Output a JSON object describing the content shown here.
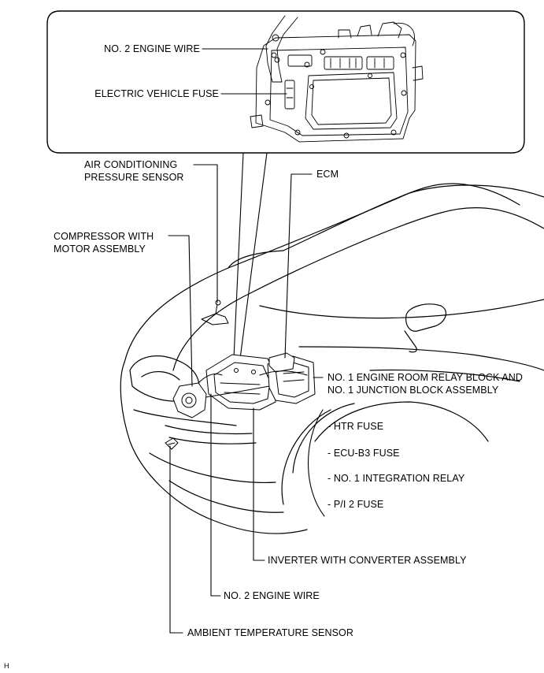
{
  "callout_labels": {
    "no2_engine_wire_top": "NO. 2 ENGINE WIRE",
    "electric_vehicle_fuse": "ELECTRIC VEHICLE FUSE"
  },
  "labels": {
    "air_conditioning_line1": "AIR CONDITIONING",
    "air_conditioning_line2": "PRESSURE SENSOR",
    "ecm": "ECM",
    "compressor_line1": "COMPRESSOR WITH",
    "compressor_line2": "MOTOR ASSEMBLY",
    "relay_block_line1": "NO. 1 ENGINE ROOM RELAY BLOCK AND",
    "relay_block_line2": "NO. 1 JUNCTION BLOCK ASSEMBLY",
    "inverter": "INVERTER WITH CONVERTER ASSEMBLY",
    "no2_engine_wire_bottom": "NO. 2 ENGINE WIRE",
    "ambient_temperature_sensor": "AMBIENT TEMPERATURE SENSOR"
  },
  "fuse_list": [
    "- HTR FUSE",
    "- ECU-B3 FUSE",
    "- NO. 1 INTEGRATION RELAY",
    "- P/I 2 FUSE"
  ],
  "corner_mark": "H"
}
